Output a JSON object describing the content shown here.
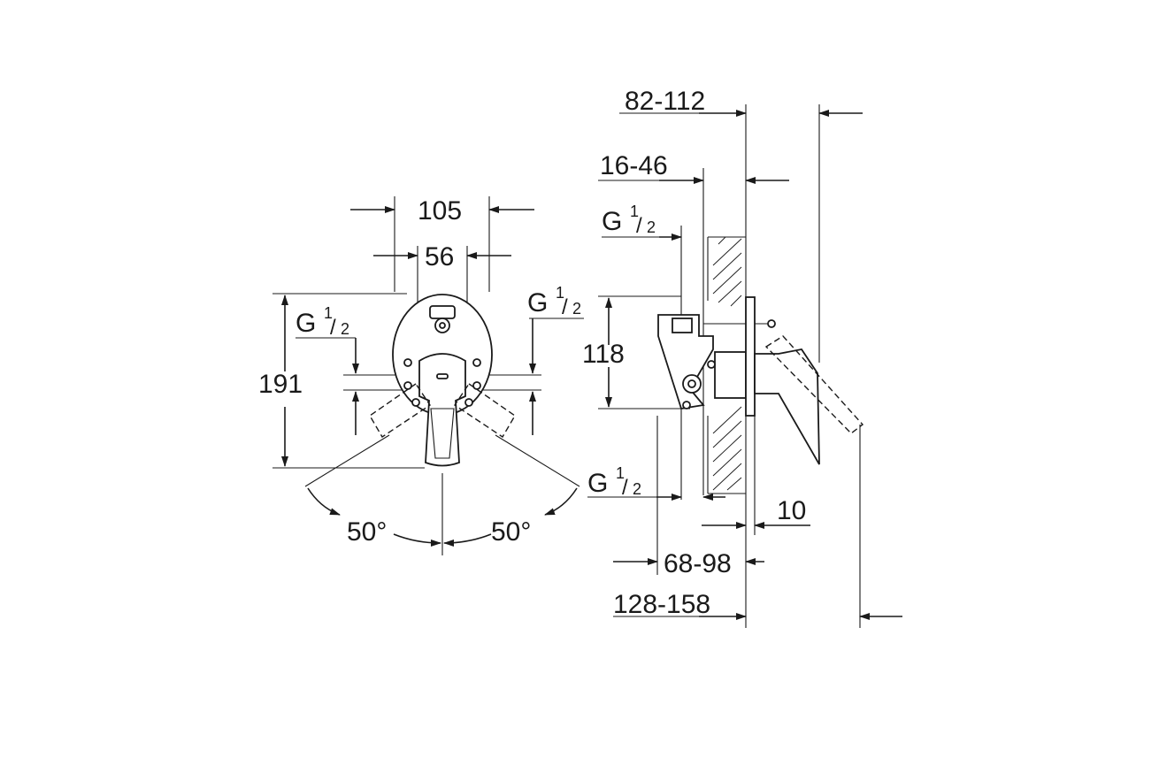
{
  "front_view": {
    "width_overall": "105",
    "width_inner": "56",
    "height_overall": "191",
    "inlet_left": {
      "base": "G",
      "num": "1",
      "den": "2"
    },
    "inlet_right": {
      "base": "G",
      "num": "1",
      "den": "2"
    },
    "angle_left": "50°",
    "angle_right": "50°"
  },
  "side_view": {
    "depth_total": "82-112",
    "depth_body": "16-46",
    "inlet_top": {
      "base": "G",
      "num": "1",
      "den": "2"
    },
    "inlet_bottom": {
      "base": "G",
      "num": "1",
      "den": "2"
    },
    "height_body": "118",
    "plate_offset": "10",
    "depth_mid": "68-98",
    "depth_overall": "128-158"
  }
}
